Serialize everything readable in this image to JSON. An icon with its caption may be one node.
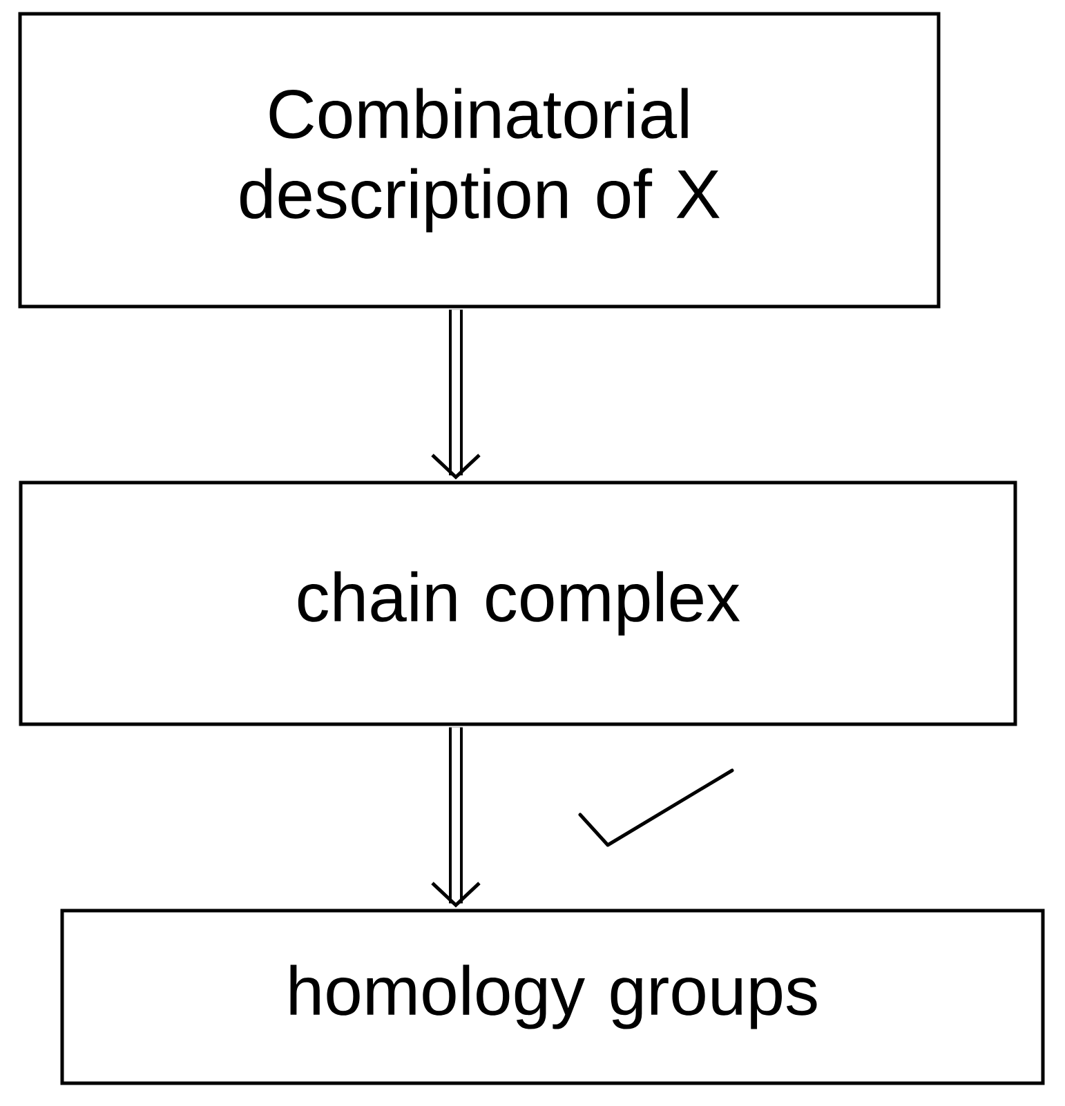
{
  "diagram": {
    "nodes": [
      {
        "text": [
          "Combinatorial description of X"
        ]
      },
      {
        "text": [
          "chain complex"
        ]
      },
      {
        "text": [
          "homology groups"
        ]
      }
    ],
    "edges": [
      {
        "from": 0,
        "to": 1,
        "arrow": "to"
      },
      {
        "from": 1,
        "to": 2,
        "arrow": "to"
      }
    ]
  }
}
